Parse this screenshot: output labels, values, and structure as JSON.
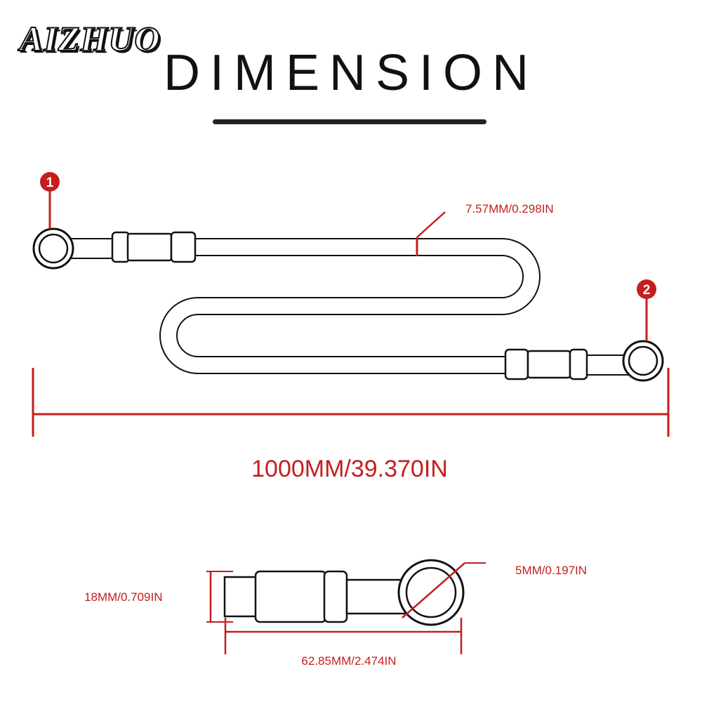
{
  "brand": "AIZHUO",
  "title": "DIMENSION",
  "markers": [
    "1",
    "2"
  ],
  "labels": {
    "hose_diameter": "7.57MM/0.298IN",
    "total_length": "1000MM/39.370IN",
    "fitting_diameter": "18MM/0.709IN",
    "banjo_hole": "5MM/0.197IN",
    "fitting_length": "62.85MM/2.474IN"
  },
  "colors": {
    "dimension_red": "#c41e1e",
    "line_dark": "#111111"
  }
}
